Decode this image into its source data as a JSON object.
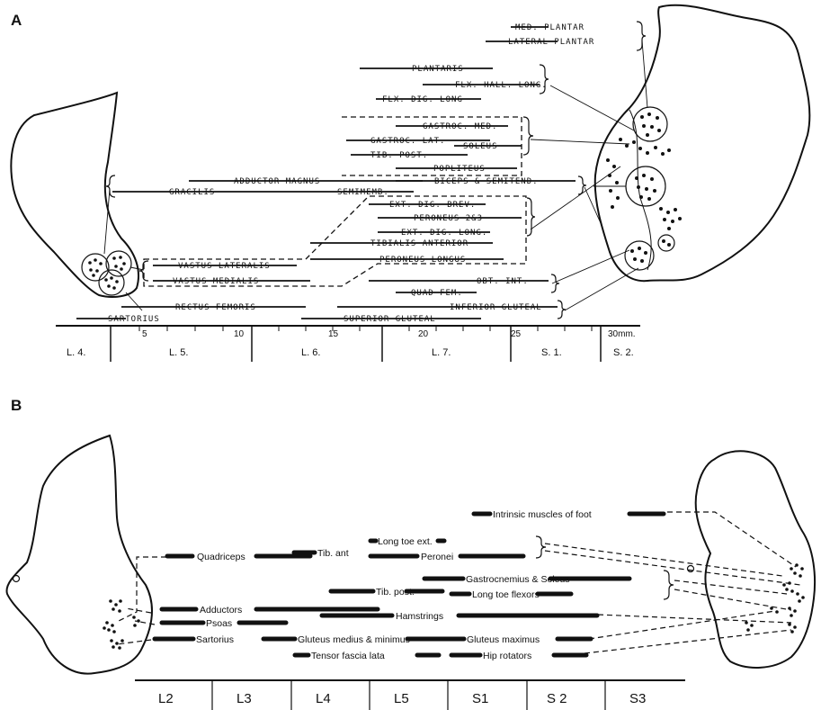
{
  "panelA": {
    "label": "A",
    "muscles": [
      {
        "name": "MED. PLANTAR"
      },
      {
        "name": "LATERAL PLANTAR"
      },
      {
        "name": "PLANTARIS"
      },
      {
        "name": "FLX. HALL. LONG."
      },
      {
        "name": "FLX. DIG. LONG"
      },
      {
        "name": "GASTROC. MED."
      },
      {
        "name": "GASTROC. LAT."
      },
      {
        "name": "SOLEUS"
      },
      {
        "name": "TIB. POST."
      },
      {
        "name": "POPLITEUS"
      },
      {
        "name": "ADDUCTOR MAGNUS"
      },
      {
        "name": "BICEPS & SEMITEND."
      },
      {
        "name": "GRACILIS"
      },
      {
        "name": "SEMIMEMB."
      },
      {
        "name": "EXT. DIG. BREV."
      },
      {
        "name": "PERONEUS 2&3"
      },
      {
        "name": "EXT. DIG. LONG."
      },
      {
        "name": "TIBIALIS ANTERIOR"
      },
      {
        "name": "VASTUS LATERALIS"
      },
      {
        "name": "PERONEUS LONGUS"
      },
      {
        "name": "VASTUS MEDIALIS"
      },
      {
        "name": "OBT. INT."
      },
      {
        "name": "QUAD FEM."
      },
      {
        "name": "RECTUS FEMORIS"
      },
      {
        "name": "INFERIOR GLUTEAL"
      },
      {
        "name": "SARTORIUS"
      },
      {
        "name": "SUPERIOR GLUTEAL"
      }
    ],
    "scale_ticks": [
      "5",
      "10",
      "15",
      "20",
      "25",
      "30mm."
    ],
    "segments": [
      "L. 4.",
      "L. 5.",
      "L. 6.",
      "L. 7.",
      "S. 1.",
      "S. 2."
    ]
  },
  "panelB": {
    "label": "B",
    "muscles": [
      {
        "name": "Intrinsic  muscles of  foot"
      },
      {
        "name": "Long toe ext."
      },
      {
        "name": "Quadriceps"
      },
      {
        "name": "Tib. ant"
      },
      {
        "name": "Peronei"
      },
      {
        "name": "Gastrocnemius & Soleus"
      },
      {
        "name": "Tib. post."
      },
      {
        "name": "Long toe flexors"
      },
      {
        "name": "Adductors"
      },
      {
        "name": "Hamstrings"
      },
      {
        "name": "Psoas"
      },
      {
        "name": "Sartorius"
      },
      {
        "name": "Gluteus  medius & minimus"
      },
      {
        "name": "Gluteus maximus"
      },
      {
        "name": "Tensor fascia  lata"
      },
      {
        "name": "Hip  rotators"
      }
    ],
    "segments": [
      "L2",
      "L3",
      "L4",
      "L5",
      "S1",
      "S 2",
      "S3"
    ]
  }
}
